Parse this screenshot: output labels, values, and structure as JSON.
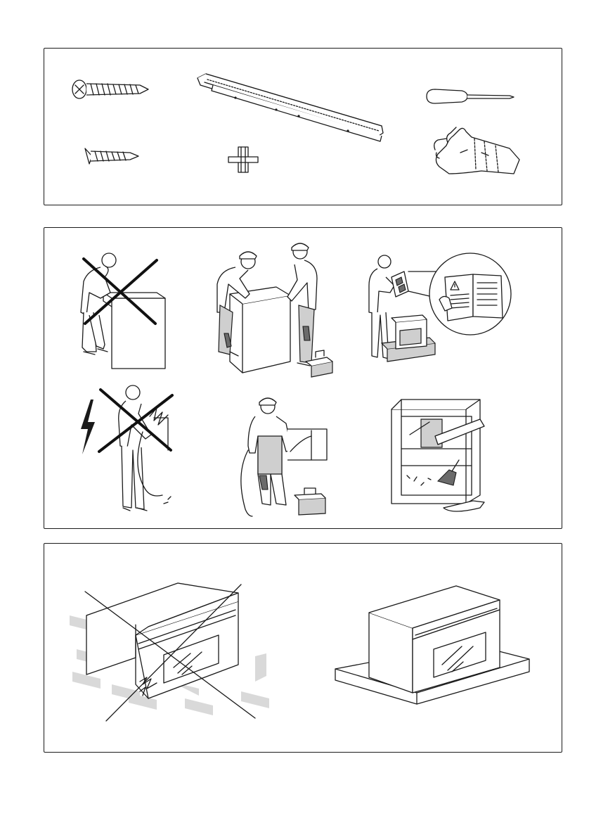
{
  "figure": {
    "panels": [
      {
        "id": "parts",
        "items": [
          "screw-long",
          "screw-short",
          "mounting-rail",
          "spacer-plug",
          "screwdriver",
          "gloves"
        ]
      },
      {
        "id": "safety",
        "items": [
          "single-person-lift-prohibited",
          "two-person-lift",
          "read-manual",
          "electrical-work-prohibited",
          "qualified-installer",
          "clean-cabinet"
        ]
      },
      {
        "id": "storage",
        "items": [
          "oven-on-bare-floor-prohibited",
          "oven-on-protective-base"
        ]
      }
    ],
    "icons": [
      "warning-triangle-icon",
      "lightning-icon",
      "cross-icon",
      "toolbox-icon"
    ]
  }
}
